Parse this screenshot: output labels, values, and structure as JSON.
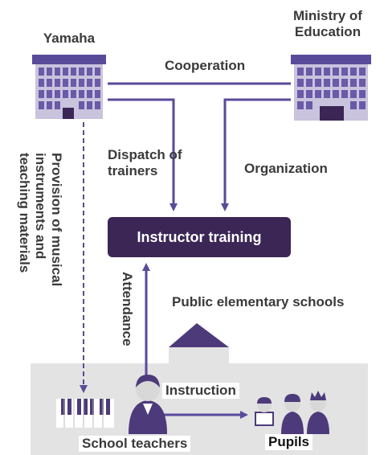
{
  "nodes": {
    "yamaha": "Yamaha",
    "ministry_line1": "Ministry of",
    "ministry_line2": "Education",
    "instructor_training": "Instructor training",
    "public_schools": "Public elementary schools",
    "school_teachers": "School teachers",
    "pupils": "Pupils"
  },
  "edges": {
    "cooperation": "Cooperation",
    "dispatch_line1": "Dispatch of",
    "dispatch_line2": "trainers",
    "organization": "Organization",
    "attendance": "Attendance",
    "instruction": "Instruction",
    "provision_line1": "Provision of musical",
    "provision_line2": "instruments and",
    "provision_line3": "teaching materials"
  },
  "colors": {
    "primary": "#5a4a9a",
    "dark_box": "#3b2656",
    "school_bg": "#e3e3e3"
  }
}
